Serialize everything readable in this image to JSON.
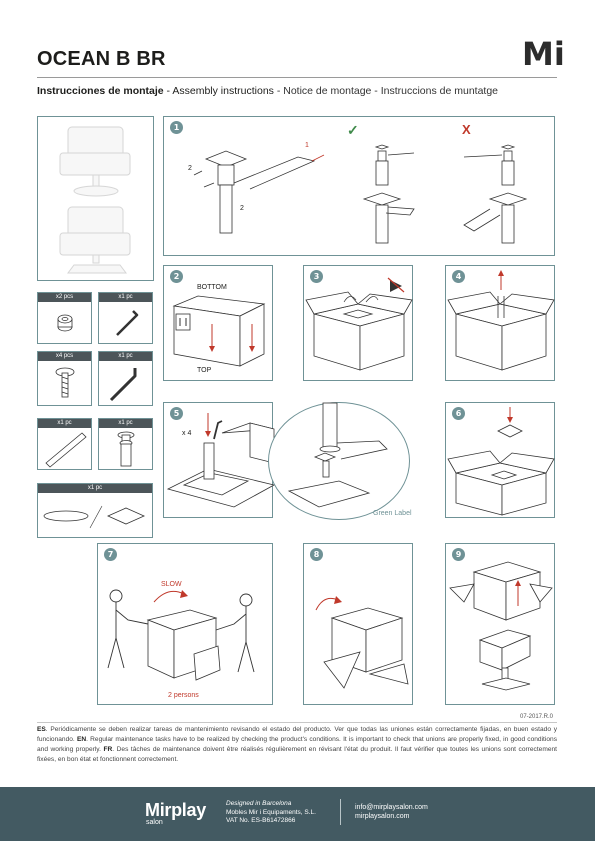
{
  "header": {
    "title": "OCEAN B BR",
    "logo_text": "Mi",
    "subtitle_bold": "Instrucciones de montaje",
    "subtitle_en": " - Assembly instructions ",
    "subtitle_rest": " - Notice de montage - Instruccions de muntatge"
  },
  "parts": [
    {
      "qty": "x2 pcs",
      "icon": "sleeve-nut-icon"
    },
    {
      "qty": "x1 pc",
      "icon": "allen-key-small-icon"
    },
    {
      "qty": "x4 pcs",
      "icon": "bolt-icon"
    },
    {
      "qty": "x1 pc",
      "icon": "allen-key-large-icon"
    },
    {
      "qty": "x1 pc",
      "icon": "footrest-icon"
    },
    {
      "qty": "x1 pc",
      "icon": "hydraulic-pump-icon"
    },
    {
      "qty": "x1 pc",
      "icon": "base-plates-icon"
    }
  ],
  "steps": {
    "s1": {
      "num": "1",
      "callout_1": "1",
      "callout_2a": "2",
      "callout_2b": "2",
      "ok_mark": "✓",
      "wrong_mark": "X"
    },
    "s2": {
      "num": "2",
      "bottom": "BOTTOM",
      "top": "TOP"
    },
    "s3": {
      "num": "3"
    },
    "s4": {
      "num": "4"
    },
    "s5": {
      "num": "5",
      "qty": "x 4",
      "green_label": "Green Label"
    },
    "s6": {
      "num": "6"
    },
    "s7": {
      "num": "7",
      "slow": "SLOW",
      "persons": "2 persons"
    },
    "s8": {
      "num": "8"
    },
    "s9": {
      "num": "9"
    }
  },
  "revision": "07-2017.R.0",
  "notice": {
    "es_tag": "ES",
    "es": ". Periódicamente se deben realizar tareas de mantenimiento revisando el estado del producto. Ver que todas las uniones están correctamente fijadas, en buen estado y funcionando. ",
    "en_tag": "EN",
    "en": ". Regular maintenance tasks have to be realized by checking the product's conditions. It is important to check that unions are properly fixed, in good conditions and working properly. ",
    "fr_tag": "FR",
    "fr": ". Des tâches de maintenance doivent être réalisés régulièrement en révisant l'état du produit. Il faut vérifier que toutes les unions sont correctement fixées, en bon état et fonctionnent correctement."
  },
  "footer": {
    "brand": "Mirplay",
    "salon": "salon",
    "designed": "Designed in Barcelona",
    "company": "Mobles Mir i Equipaments, S.L.",
    "vat": "VAT No. ES-B61472866",
    "email": "info@mirplaysalon.com",
    "web": "mirplaysalon.com"
  },
  "colors": {
    "accent": "#6f9296",
    "footer_bg": "#435a62",
    "arrow_red": "#c0392b",
    "ok_green": "#3f8a4a"
  }
}
